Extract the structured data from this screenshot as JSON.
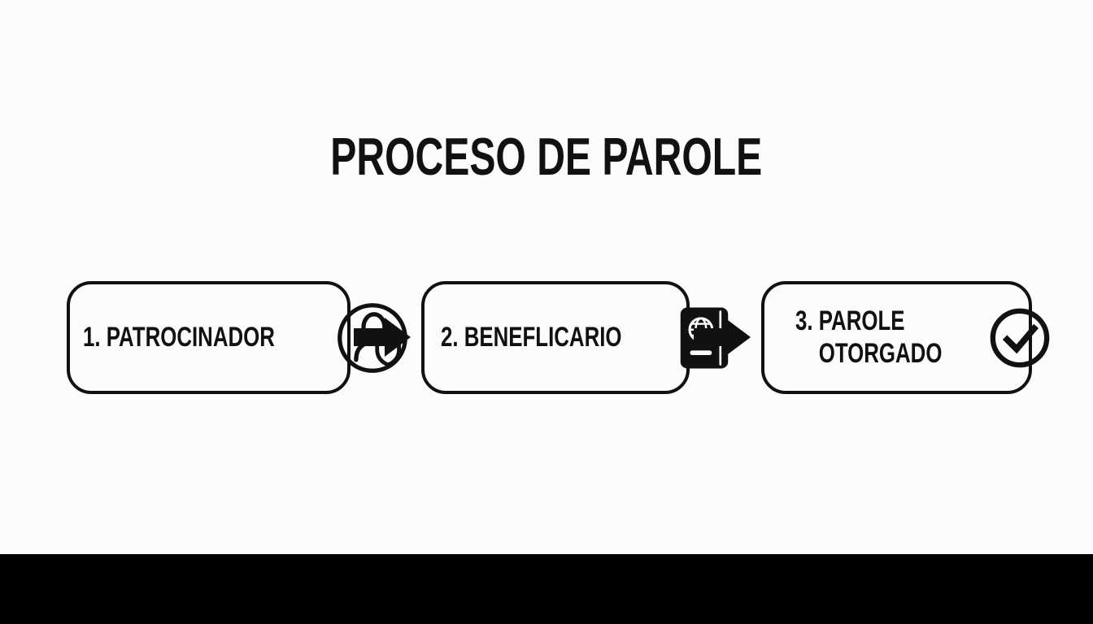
{
  "title": "PROCESO DE PAROLE",
  "steps": [
    {
      "label": "1. PATROCINADOR",
      "icon": "person-shield-icon"
    },
    {
      "label": "2. BENEFLICARIO",
      "icon": "passport-icon"
    },
    {
      "label": "3. PAROLE\n    OTORGADO",
      "icon": "check-circle-icon"
    }
  ],
  "connectors": [
    {
      "icon": "arrow-right-icon"
    },
    {
      "icon": "arrow-right-icon"
    }
  ],
  "colors": {
    "background": "#fcfcfc",
    "ink": "#111111",
    "bottom_bar": "#000000"
  }
}
